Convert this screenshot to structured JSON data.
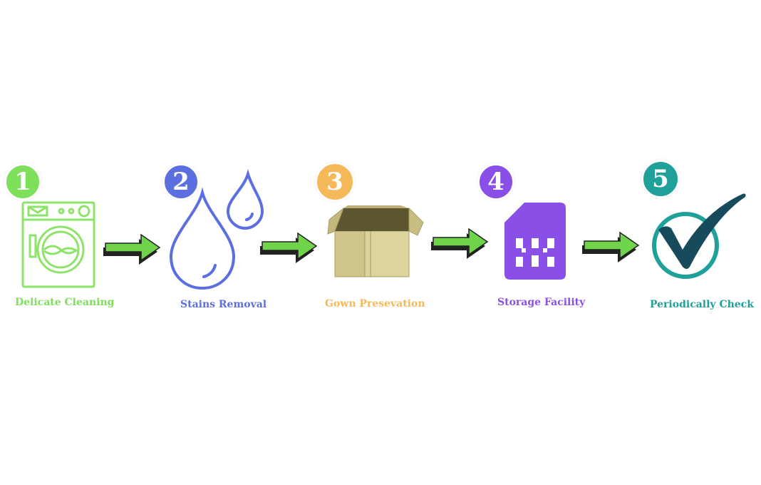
{
  "steps": [
    {
      "number": "1",
      "label": "Delicate Cleaning",
      "color": "#7ddf5a",
      "icon": "washing-machine-icon"
    },
    {
      "number": "2",
      "label": "Stains Removal",
      "color": "#5b6fe0",
      "icon": "water-drops-icon"
    },
    {
      "number": "3",
      "label": "Gown Presevation",
      "color": "#f5b95a",
      "icon": "open-box-icon"
    },
    {
      "number": "4",
      "label": "Storage Facility",
      "color": "#8a4fe6",
      "icon": "storage-card-icon"
    },
    {
      "number": "5",
      "label": "Periodically Check",
      "color": "#1fa098",
      "icon": "checkmark-circle-icon"
    }
  ],
  "arrow": {
    "color": "#6fd44a",
    "shadow_color": "#222222",
    "icon": "right-arrow-icon"
  }
}
